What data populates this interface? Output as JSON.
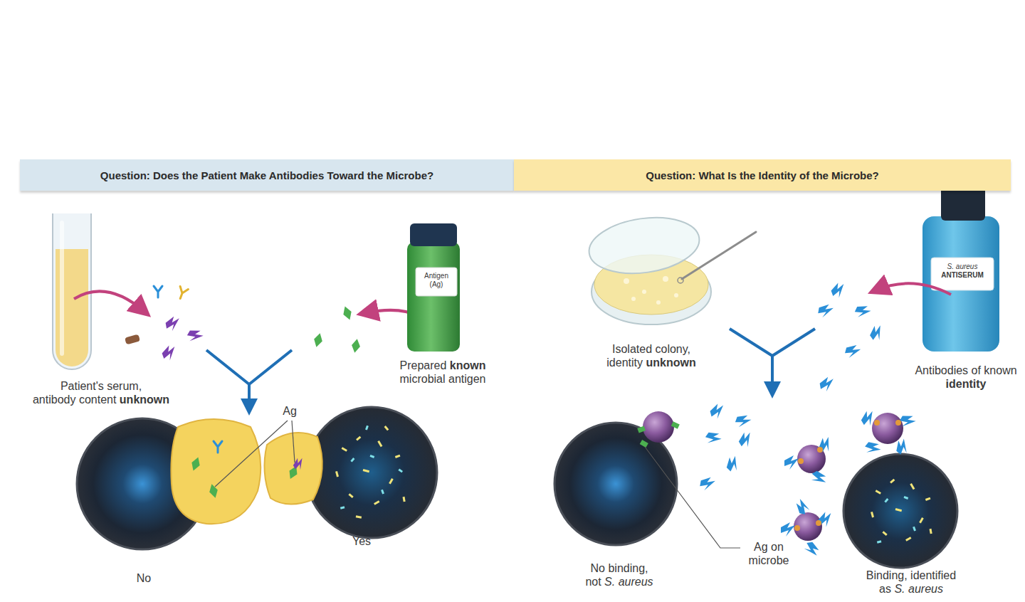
{
  "diagram": {
    "nodes": [
      {
        "text": [
          "Question: Does the Patient Make Antibodies Toward the Microbe?"
        ]
      },
      {
        "text": [
          "Question: What Is the Identity of the Microbe?"
        ]
      }
    ],
    "labels": [
      "Patient's serum, antibody content unknown",
      "Prepared known microbial antigen",
      "Antigen (Ag)",
      "Ag",
      "No",
      "Yes",
      "Isolated colony, identity unknown",
      "S. aureus ANTISERUM",
      "Antibodies of known identity",
      "No binding, not S. aureus",
      "Ag on microbe",
      "Binding, identified as S. aureus"
    ]
  }
}
